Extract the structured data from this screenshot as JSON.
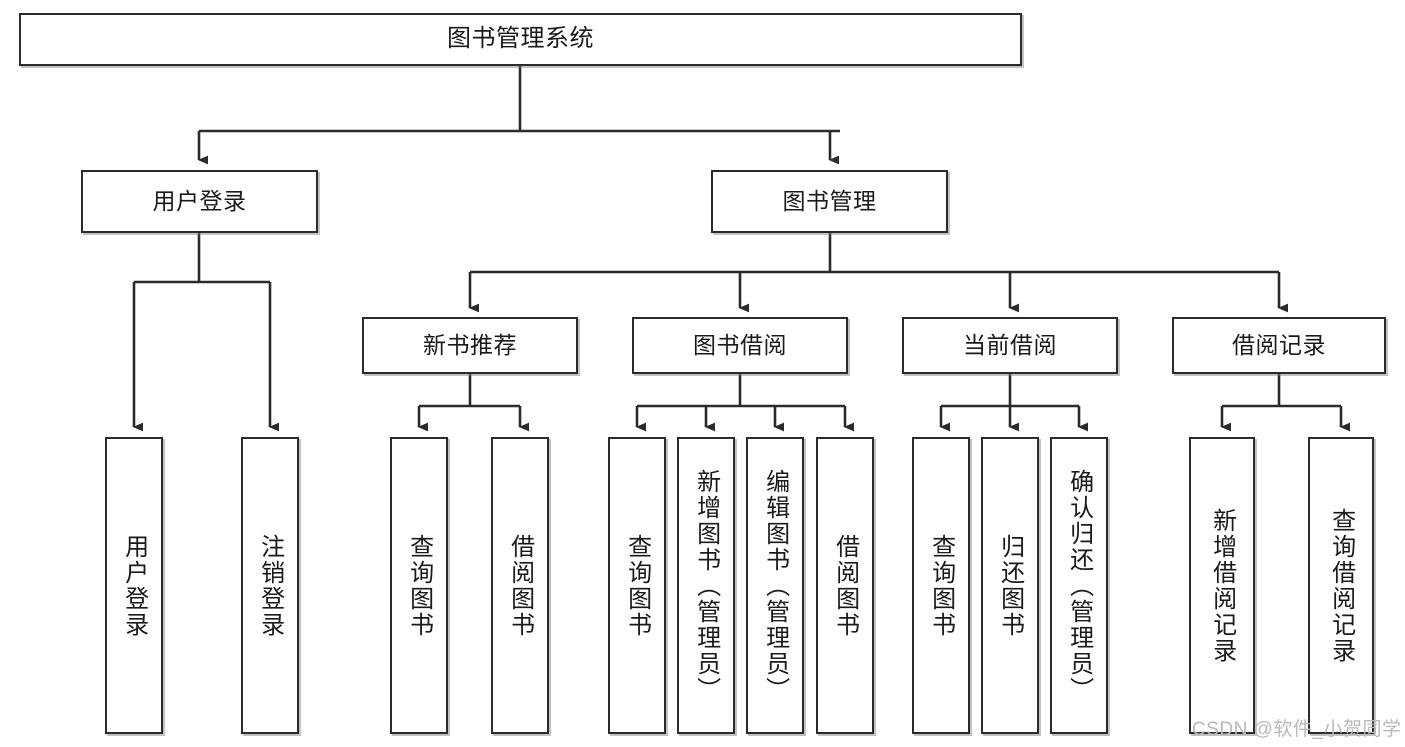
{
  "diagram": {
    "type": "org-chart",
    "title": "图书管理系统",
    "colors": {
      "box_border": "#2b2b2b",
      "box_fill": "#ffffff",
      "connector": "#2b2b2b",
      "text": "#1a1a1a",
      "watermark": "#b9b9b9"
    },
    "nodes": {
      "root": {
        "label": "图书管理系统"
      },
      "level2": [
        {
          "label": "用户登录"
        },
        {
          "label": "图书管理"
        }
      ],
      "level3": [
        {
          "label": "新书推荐"
        },
        {
          "label": "图书借阅"
        },
        {
          "label": "当前借阅"
        },
        {
          "label": "借阅记录"
        }
      ],
      "login_children": [
        {
          "label": "用户登录"
        },
        {
          "label": "注销登录"
        }
      ],
      "newbook_children": [
        {
          "label": "查询图书"
        },
        {
          "label": "借阅图书"
        }
      ],
      "borrow_children": [
        {
          "label": "查询图书"
        },
        {
          "label": "新增图书（管理员）"
        },
        {
          "label": "编辑图书（管理员）"
        },
        {
          "label": "借阅图书"
        }
      ],
      "current_children": [
        {
          "label": "查询图书"
        },
        {
          "label": "归还图书"
        },
        {
          "label": "确认归还（管理员）"
        }
      ],
      "record_children": [
        {
          "label": "新增借阅记录"
        },
        {
          "label": "查询借阅记录"
        }
      ]
    },
    "watermark": {
      "text": "CSDN @软件_小贺同学"
    }
  }
}
